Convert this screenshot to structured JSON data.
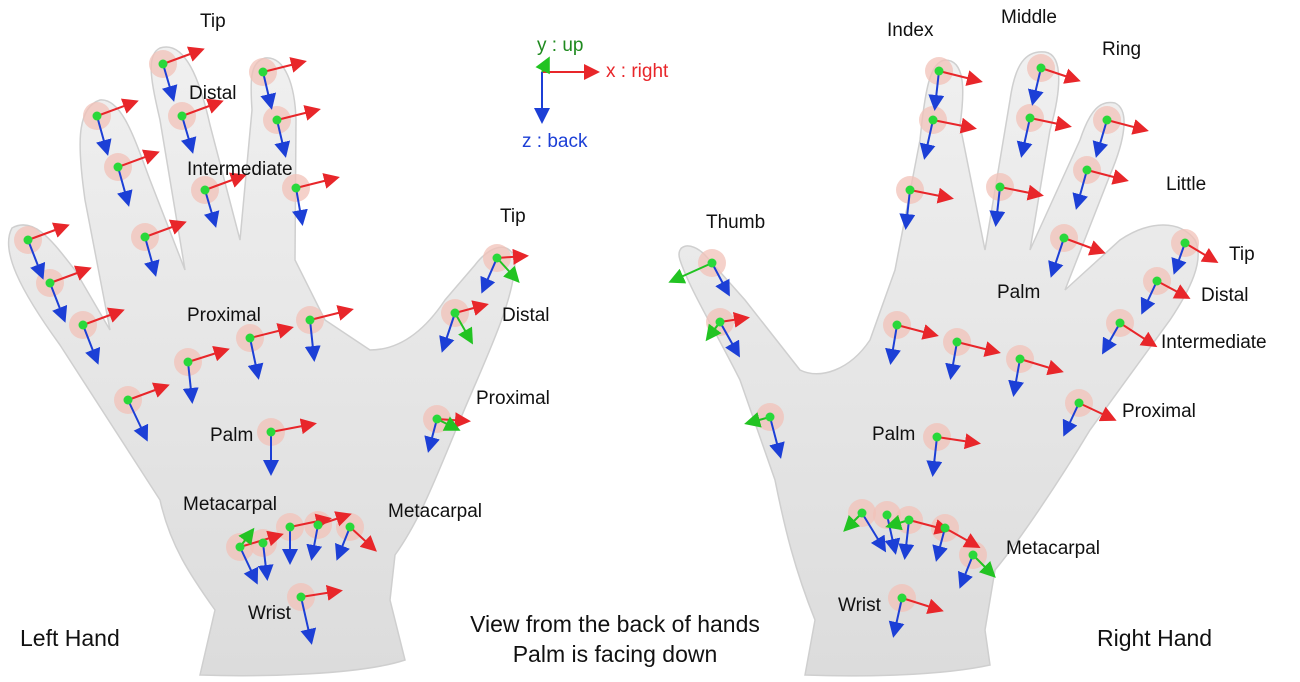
{
  "axes": {
    "y_label": "y : up",
    "x_label": "x : right",
    "z_label": "z : back",
    "colors": {
      "x": "#e8262a",
      "y": "#22c322",
      "z": "#1c3fd6",
      "joint": "#29d83a"
    }
  },
  "caption": {
    "line1": "View from the back of hands",
    "line2": "Palm is facing down"
  },
  "left_hand": {
    "title": "Left Hand",
    "labels": {
      "tip": "Tip",
      "distal": "Distal",
      "intermediate": "Intermediate",
      "proximal": "Proximal",
      "palm": "Palm",
      "metacarpal": "Metacarpal",
      "wrist": "Wrist",
      "thumb_tip": "Tip",
      "thumb_distal": "Distal",
      "thumb_proximal": "Proximal",
      "thumb_metacarpal": "Metacarpal"
    }
  },
  "right_hand": {
    "title": "Right Hand",
    "labels": {
      "index": "Index",
      "middle": "Middle",
      "ring": "Ring",
      "little": "Little",
      "thumb": "Thumb",
      "palm_upper": "Palm",
      "palm_lower": "Palm",
      "tip": "Tip",
      "distal": "Distal",
      "intermediate": "Intermediate",
      "proximal": "Proximal",
      "metacarpal": "Metacarpal",
      "wrist": "Wrist"
    }
  },
  "colors": {
    "hand_fill": "#e6e6e6",
    "hand_edge": "#cfcfcf",
    "joint_pad": "#f2c1b8"
  }
}
